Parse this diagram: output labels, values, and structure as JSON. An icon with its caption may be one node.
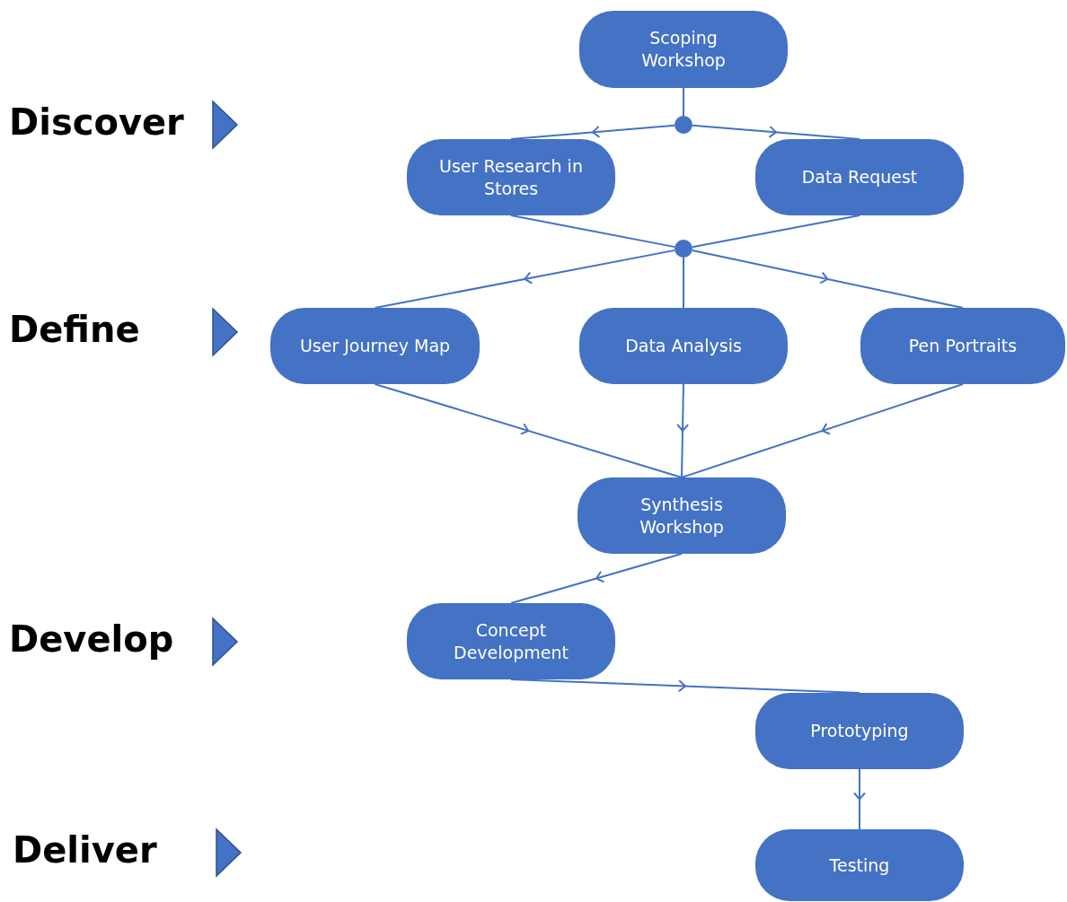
{
  "diagram": {
    "nodes": [
      {
        "text": [
          "Scoping Workshop"
        ]
      },
      {
        "text": [],
        "shape": "circle"
      },
      {
        "text": [
          "User Research in Stores"
        ]
      },
      {
        "text": [
          "Data Request"
        ]
      },
      {
        "text": [],
        "shape": "circle"
      },
      {
        "text": [
          "User Journey Map"
        ]
      },
      {
        "text": [
          "Data Analysis"
        ]
      },
      {
        "text": [
          "Pen Portraits"
        ]
      },
      {
        "text": [
          "Synthesis Workshop"
        ]
      },
      {
        "text": [
          "Concept Development"
        ]
      },
      {
        "text": [
          "Prototyping"
        ]
      },
      {
        "text": [
          "Testing"
        ]
      }
    ],
    "edges": [
      {
        "from": 0,
        "to": 1,
        "arrow": "none"
      },
      {
        "from": 1,
        "to": 2,
        "arrow": "to"
      },
      {
        "from": 1,
        "to": 3,
        "arrow": "to"
      },
      {
        "from": 2,
        "to": 4,
        "arrow": "none"
      },
      {
        "from": 3,
        "to": 4,
        "arrow": "none"
      },
      {
        "from": 4,
        "to": 5,
        "arrow": "to"
      },
      {
        "from": 4,
        "to": 6,
        "arrow": "none"
      },
      {
        "from": 4,
        "to": 7,
        "arrow": "to"
      },
      {
        "from": 5,
        "to": 8,
        "arrow": "to"
      },
      {
        "from": 6,
        "to": 8,
        "arrow": "to"
      },
      {
        "from": 7,
        "to": 8,
        "arrow": "to"
      },
      {
        "from": 8,
        "to": 9,
        "arrow": "to"
      },
      {
        "from": 9,
        "to": 10,
        "arrow": "to"
      },
      {
        "from": 10,
        "to": 11,
        "arrow": "to"
      }
    ],
    "labels": [
      "Discover",
      "Define",
      "Develop",
      "Deliver"
    ]
  }
}
